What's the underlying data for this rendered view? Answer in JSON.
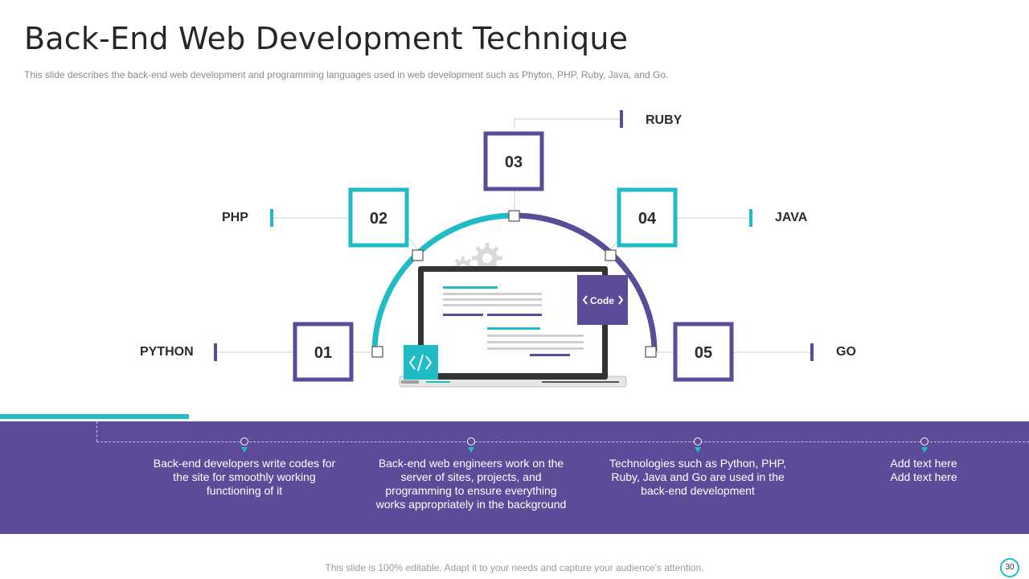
{
  "title": "Back-End Web Development Technique",
  "subtitle": "This slide describes the back-end web development and programming languages used in web development such as Phyton, PHP,  Ruby, Java, and Go.",
  "steps": [
    {
      "number": "01",
      "language": "PYTHON"
    },
    {
      "number": "02",
      "language": "PHP"
    },
    {
      "number": "03",
      "language": "RUBY"
    },
    {
      "number": "04",
      "language": "JAVA"
    },
    {
      "number": "05",
      "language": "GO"
    }
  ],
  "laptop": {
    "code_badge": "Code"
  },
  "descriptions": [
    "Back-end developers write codes for the site for smoothly working functioning of it",
    "Back-end web engineers work on the server of sites, projects, and programming to ensure everything works appropriately in the background",
    "Technologies such as Python, PHP, Ruby, Java and Go are used in the back-end development",
    "Add text here Add text here"
  ],
  "footer": "This slide is 100% editable. Adapt it to your needs and capture your audience's attention.",
  "page_number": "30",
  "colors": {
    "purple": "#5c4b99",
    "teal": "#1fbcc6",
    "band": "#5c4b99"
  }
}
